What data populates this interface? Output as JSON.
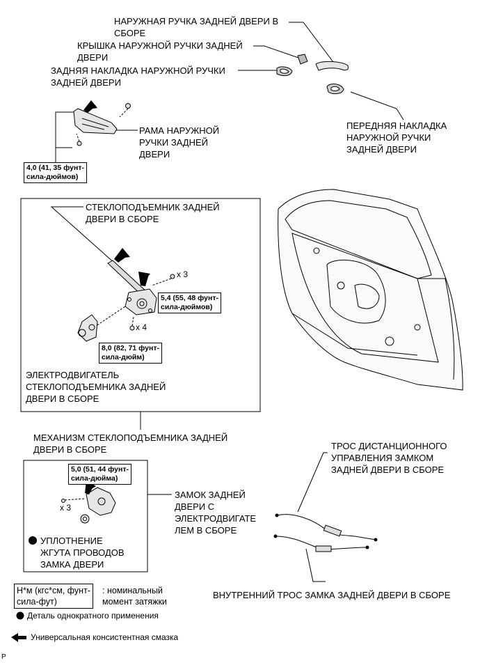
{
  "labels": {
    "outer_handle_assy": "НАРУЖНАЯ РУЧКА ЗАДНЕЙ ДВЕРИ В\nСБОРЕ",
    "outer_handle_cover": "КРЫШКА НАРУЖНОЙ РУЧКИ ЗАДНЕЙ\nДВЕРИ",
    "rear_pad": "ЗАДНЯЯ НАКЛАДКА НАРУЖНОЙ РУЧКИ\nЗАДНЕЙ ДВЕРИ",
    "front_pad": "ПЕРЕДНЯЯ НАКЛАДКА\nНАРУЖНОЙ РУЧКИ\nЗАДНЕЙ ДВЕРИ",
    "handle_frame": "РАМА НАРУЖНОЙ\nРУЧКИ ЗАДНЕЙ\nДВЕРИ",
    "regulator_assy": "СТЕКЛОПОДЪЕМНИК ЗАДНЕЙ\nДВЕРИ В СБОРЕ",
    "motor_assy": "ЭЛЕКТРОДВИГАТЕЛЬ\nСТЕКЛОПОДЪЕМНИКА ЗАДНЕЙ\nДВЕРИ В СБОРЕ",
    "mechanism": "МЕХАНИЗМ СТЕКЛОПОДЪЕМНИКА ЗАДНЕЙ\nДВЕРИ В СБОРЕ",
    "remote_cable": "ТРОС ДИСТАНЦИОННОГО\nУПРАВЛЕНИЯ ЗАМКОМ\nЗАДНЕЙ ДВЕРИ В СБОРЕ",
    "lock_assy": "ЗАМОК ЗАДНЕЙ\nДВЕРИ С\nЭЛЕКТРОДВИГАТЕ\nЛЕМ В СБОРЕ",
    "grommet": "УПЛОТНЕНИЕ\nЖГУТА ПРОВОДОВ\nЗАМКА ДВЕРИ",
    "inner_cable": "ВНУТРЕННИЙ ТРОС ЗАМКА ЗАДНЕЙ ДВЕРИ В СБОРЕ"
  },
  "torques": {
    "t1": "4,0 (41, 35 фунт-\nсила-дюймов)",
    "t2": "5,4 (55, 48 фунт-\nсила-дюймов)",
    "t3": "8,0 (82, 71 фунт-\nсила-дюйм)",
    "t4": "5,0 (51, 44 фунт-\nсила-дюйма)"
  },
  "counts": {
    "c1": "x 3",
    "c2": "x 4",
    "c3": "x 3"
  },
  "legend": {
    "unit": "Н*м (кгс*см, фунт-\nсила-фут)",
    "unit_desc": ": номинальный\nмомент затяжки",
    "one_time": "Деталь однократного применения",
    "grease": "Универсальная консистентная смазка"
  },
  "corner": "P"
}
